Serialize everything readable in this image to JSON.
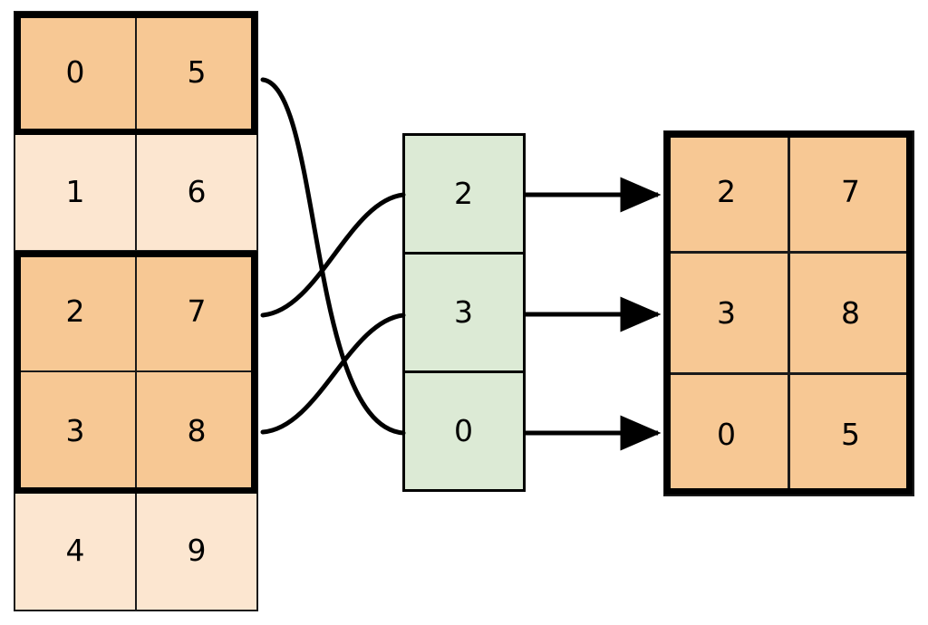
{
  "diagram": {
    "type": "array-gather-indexing",
    "background_color": "#ffffff",
    "colors": {
      "highlight_orange": "#f7c894",
      "muted_orange": "#fce6d0",
      "index_green": "#dcead5",
      "stroke": "#000000",
      "text": "#000000"
    },
    "source_table": {
      "name": "source-array",
      "columns": 2,
      "rows": [
        {
          "index": 0,
          "values": [
            "0",
            "5"
          ],
          "selected": true
        },
        {
          "index": 1,
          "values": [
            "1",
            "6"
          ],
          "selected": false
        },
        {
          "index": 2,
          "values": [
            "2",
            "7"
          ],
          "selected": true
        },
        {
          "index": 3,
          "values": [
            "3",
            "8"
          ],
          "selected": true
        },
        {
          "index": 4,
          "values": [
            "4",
            "9"
          ],
          "selected": false
        }
      ]
    },
    "index_column": {
      "name": "index-array",
      "values": [
        "2",
        "3",
        "0"
      ]
    },
    "result_table": {
      "name": "result-array",
      "columns": 2,
      "rows": [
        {
          "values": [
            "2",
            "7"
          ]
        },
        {
          "values": [
            "3",
            "8"
          ]
        },
        {
          "values": [
            "0",
            "5"
          ]
        }
      ]
    },
    "connections": {
      "curves": [
        {
          "from_source_row": 0,
          "to_index_slot": 2,
          "label": "row-0-to-slot-2"
        },
        {
          "from_source_row": 2,
          "to_index_slot": 0,
          "label": "row-2-to-slot-0"
        },
        {
          "from_source_row": 3,
          "to_index_slot": 1,
          "label": "row-3-to-slot-1"
        }
      ],
      "arrows": [
        {
          "from_index_slot": 0,
          "to_result_row": 0,
          "label": "slot-0-to-result-row-0"
        },
        {
          "from_index_slot": 1,
          "to_result_row": 1,
          "label": "slot-1-to-result-row-1"
        },
        {
          "from_index_slot": 2,
          "to_result_row": 2,
          "label": "slot-2-to-result-row-2"
        }
      ]
    }
  }
}
